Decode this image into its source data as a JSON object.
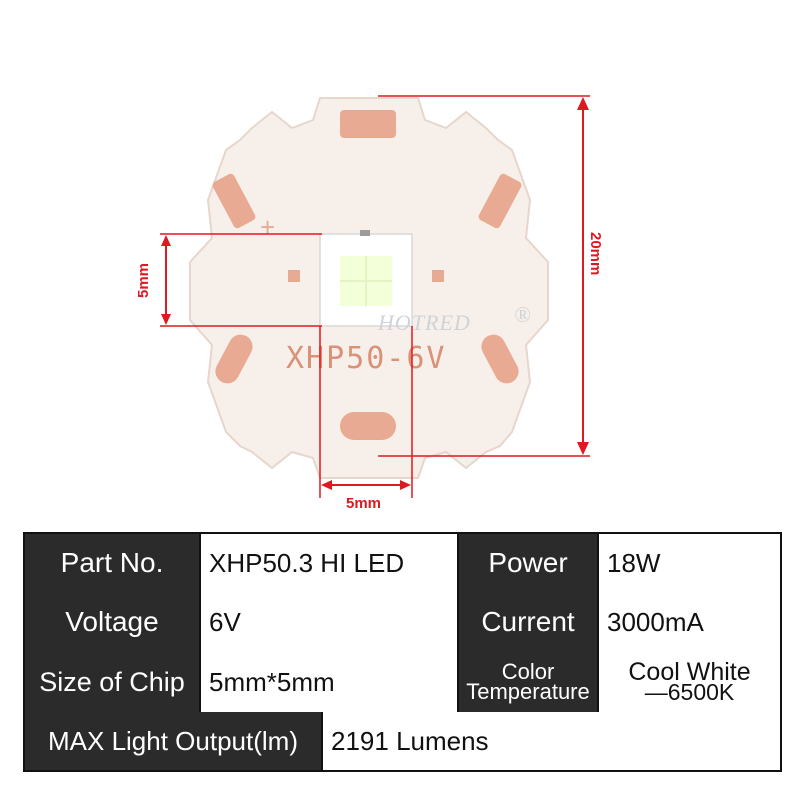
{
  "diagram": {
    "pcb_marking": "XHP50-6V",
    "polarity_mark": "+",
    "watermark": "HOTRED",
    "watermark_mark": "®",
    "dim_height": "20mm",
    "dim_chip_height": "5mm",
    "dim_chip_width": "5mm",
    "colors": {
      "pcb": "#f7f0ea",
      "pad": "#e8aa92",
      "dimension": "#e0181f",
      "chip": "#ffffff",
      "emitter": "#f3ffd8"
    }
  },
  "specs": {
    "part_no_label": "Part No.",
    "part_no_value": "XHP50.3 HI LED",
    "power_label": "Power",
    "power_value": "18W",
    "voltage_label": "Voltage",
    "voltage_value": "6V",
    "current_label": "Current",
    "current_value": "3000mA",
    "chip_size_label": "Size of Chip",
    "chip_size_value": "5mm*5mm",
    "color_temp_label_line1": "Color",
    "color_temp_label_line2": "Temperature",
    "color_temp_value_line1": "Cool White",
    "color_temp_value_line2": "—6500K",
    "max_output_label": "MAX Light Output(lm)",
    "max_output_value": "2191 Lumens"
  }
}
